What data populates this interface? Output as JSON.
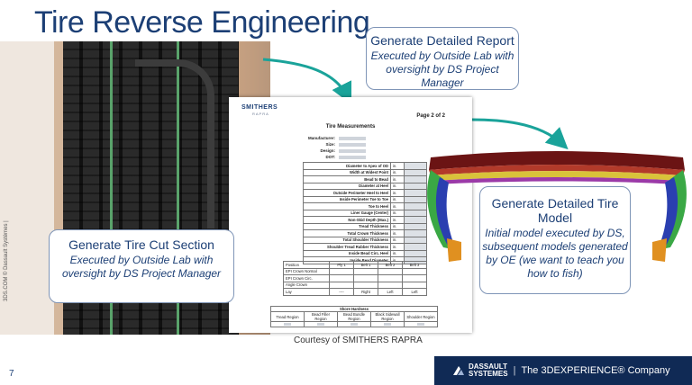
{
  "slide": {
    "title": "Tire Reverse Engineering",
    "page_number": "7",
    "side_text": "3DS.COM © Dassault Systèmes |"
  },
  "callouts": {
    "cut": {
      "head": "Generate Tire Cut Section",
      "body": "Executed by Outside Lab with oversight by DS Project Manager"
    },
    "report": {
      "head": "Generate Detailed Report",
      "body": "Executed by Outside Lab with oversight by DS Project Manager"
    },
    "model": {
      "head": "Generate Detailed Tire Model",
      "body": "Initial model executed by DS, subsequent models generated by OE (we want to teach you how to fish)"
    }
  },
  "report": {
    "logo": "SMITHERS",
    "logo_sub": "RAPRA",
    "page": "Page 2 of 2",
    "heading": "Tire Measurements",
    "meta_labels": [
      "Manufacturer:",
      "Size:",
      "Design:",
      "DOT:"
    ],
    "measurements": [
      "Diameter to Apex of OD",
      "Width at Widest Point",
      "Bead to Bead",
      "Diameter at Heel",
      "Outside Perimeter Heel to Heel",
      "Inside Perimeter Toe to Toe",
      "Toe to Heel",
      "Liner Gauge (Center)",
      "Non-Skid Depth (Max.)",
      "Tread Thickness",
      "Total Crown Thickness",
      "Total Shoulder Thickness",
      "Shoulder Tread Rubber Thickness",
      "Inside Bead Circ. Heel",
      "Inside Bead Diameter"
    ],
    "unit": "in.",
    "ply_headers": [
      "Position",
      "Ply 1",
      "Belt 1",
      "Belt 2",
      "Belt 3"
    ],
    "ply_rows": [
      [
        "EPI Crown Normal",
        "",
        "",
        "",
        ""
      ],
      [
        "EPI Crown Circ.",
        "",
        "",
        "",
        ""
      ],
      [
        "Angle Crown",
        "",
        "",
        "",
        ""
      ],
      [
        "Lay",
        "----",
        "Right",
        "Left",
        "Left"
      ]
    ],
    "shore_title": "Shore Hardness",
    "shore_headers": [
      "Tread Region",
      "Bead Filler Region",
      "Bead Bundle Region",
      "Black Sidewall Region",
      "Shoulder Region"
    ]
  },
  "courtesy": "Courtesy of SMITHERS RAPRA",
  "footer": {
    "brand_line1": "DASSAULT",
    "brand_line2": "SYSTEMES",
    "separator": "|",
    "tagline": "The 3DEXPERIENCE® Company"
  },
  "colors": {
    "title": "#1c3f75",
    "arrow": "#1aa39a",
    "footer_bg": "#102a55"
  }
}
